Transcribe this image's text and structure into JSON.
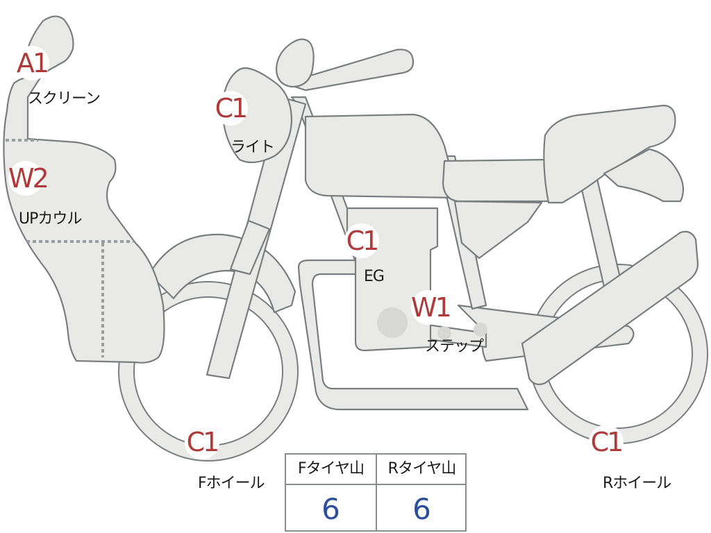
{
  "parts": [
    {
      "id": "screen",
      "grade": "A1",
      "label": "スクリーン"
    },
    {
      "id": "light",
      "grade": "C1",
      "label": "ライト"
    },
    {
      "id": "upper-cowl",
      "grade": "W2",
      "label": "UPカウル"
    },
    {
      "id": "engine",
      "grade": "C1",
      "label": "EG"
    },
    {
      "id": "step",
      "grade": "W1",
      "label": "ステップ"
    },
    {
      "id": "front-wheel",
      "grade": "C1",
      "label": "Fホイール"
    },
    {
      "id": "rear-wheel",
      "grade": "C1",
      "label": "Rホイール"
    }
  ],
  "tire_table": {
    "headers": [
      "Fタイヤ山",
      "Rタイヤ山"
    ],
    "values": [
      "6",
      "6"
    ]
  },
  "colors": {
    "grade_text": "#b03a3a",
    "value_text": "#2d4f9c",
    "part_fill": "#e9eae7",
    "outline": "#7a7d80"
  }
}
